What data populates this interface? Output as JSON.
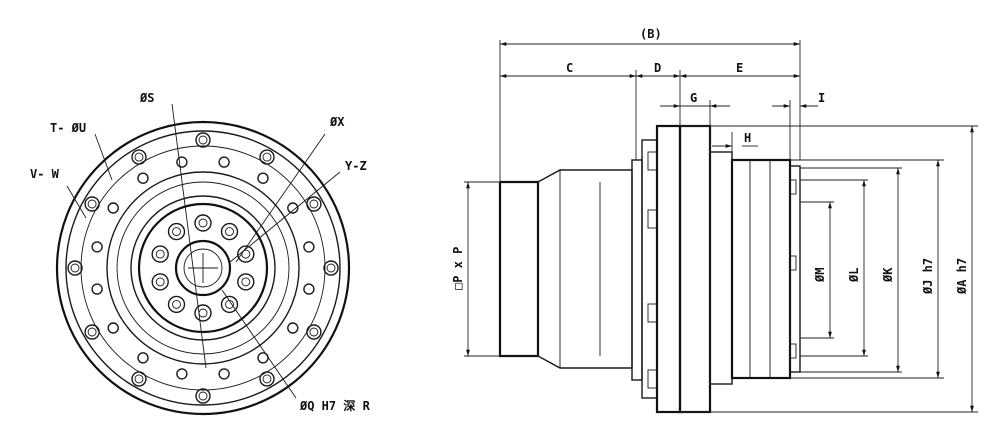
{
  "labels": {
    "front": {
      "S": "ØS",
      "X": "ØX",
      "TU": "T- ØU",
      "VW": "V- W",
      "YZ": "Y-Z",
      "QR": "ØQ H7 深 R"
    },
    "side": {
      "B": "(B)",
      "C": "C",
      "D": "D",
      "E": "E",
      "G": "G",
      "I": "I",
      "H": "H",
      "P": "□P x P",
      "M": "ØM",
      "L": "ØL",
      "K": "ØK",
      "J": "ØJ h7",
      "A": "ØA h7"
    }
  }
}
